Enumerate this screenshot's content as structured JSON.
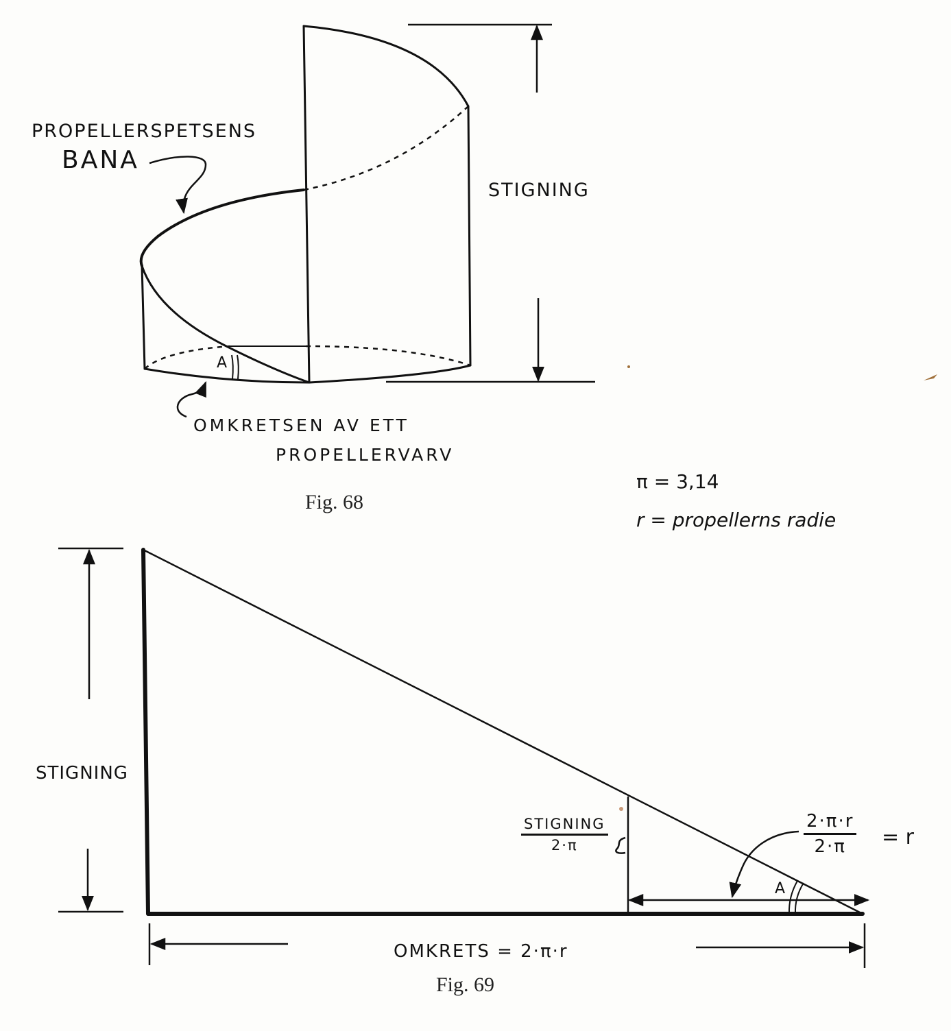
{
  "fig68": {
    "label_path_line1": "PROPELLERSPETSENS",
    "label_path_line2": "BANA",
    "label_pitch": "STIGNING",
    "label_angle": "A",
    "label_circ_line1": "OMKRETSEN AV ETT",
    "label_circ_line2": "PROPELLERVARV",
    "caption": "Fig. 68"
  },
  "notes": {
    "pi": "π = 3,14",
    "radius": "r = propellerns radie"
  },
  "fig69": {
    "label_pitch": "STIGNING",
    "small_frac_num": "STIGNING",
    "small_frac_den": "2·π",
    "right_frac_num": "2·π·r",
    "right_frac_den": "2·π",
    "right_frac_eq": "= r",
    "label_angle": "A",
    "label_circ": "OMKRETS = 2·π·r",
    "caption": "Fig. 69"
  }
}
